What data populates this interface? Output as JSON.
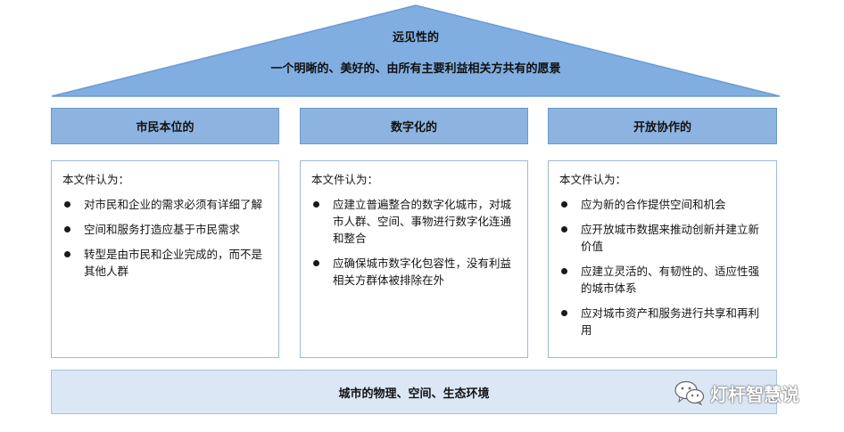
{
  "roof": {
    "title": "远见性的",
    "subtitle": "一个明晰的、美好的、由所有主要利益相关方共有的愿景",
    "fill": "#80aee0"
  },
  "pillars": [
    {
      "heading": "市民本位的",
      "intro": "本文件认为：",
      "items": [
        "对市民和企业的需求必须有详细了解",
        "空间和服务打造应基于市民需求",
        "转型是由市民和企业完成的，而不是其他人群"
      ]
    },
    {
      "heading": "数字化的",
      "intro": "本文件认为：",
      "items": [
        "应建立普遍整合的数字化城市，对城市人群、空间、事物进行数字化连通和整合",
        "应确保城市数字化包容性，没有利益相关方群体被排除在外"
      ]
    },
    {
      "heading": "开放协作的",
      "intro": "本文件认为：",
      "items": [
        "应为新的合作提供空间和机会",
        "应开放城市数据来推动创新并建立新价值",
        "应建立灵活的、有韧性的、适应性强的城市体系",
        "应对城市资产和服务进行共享和再利用"
      ]
    }
  ],
  "foundation": {
    "label": "城市的物理、空间、生态环境"
  },
  "watermark": {
    "text": "灯杆智慧说",
    "icon": "wechat-icon"
  }
}
